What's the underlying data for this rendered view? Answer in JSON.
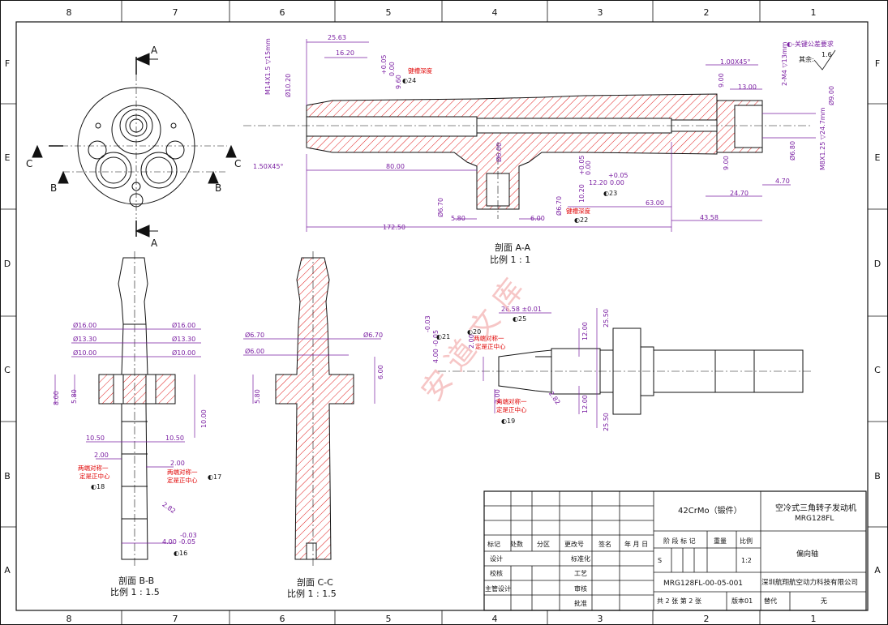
{
  "colors": {
    "dimension": "#7a1fa2",
    "hatch": "#e02020",
    "note": "#e00000",
    "line": "#111111",
    "watermark": "#f5b8b8"
  },
  "zones": {
    "top": [
      "8",
      "7",
      "6",
      "5",
      "4",
      "3",
      "2",
      "1"
    ],
    "side": [
      "F",
      "E",
      "D",
      "C",
      "B",
      "A"
    ]
  },
  "watermark": "安 道 文 库",
  "tolerance_note": "◐-关键公差要求",
  "roughness": {
    "label": "其余:",
    "value": "1.6"
  },
  "front_view": {
    "letters": {
      "a_top": "A",
      "a_bottom": "A",
      "b_left": "B",
      "b_right": "B",
      "c_left": "C",
      "c_right": "C"
    }
  },
  "section_aa": {
    "title": "剖面 A-A",
    "scale": "比例 1 : 1",
    "dims": {
      "d2563": "25.63",
      "d1620": "16.20",
      "thread": "M14X1.5 ▽15mm",
      "phi1020": "Ø10.20",
      "tol_plus": "+0.05",
      "tol_zero": "0.00",
      "d960": "9.60",
      "note24": "键槽深度",
      "mark24": "◐24",
      "chamfer_left": "1.50X45°",
      "d8000": "80.00",
      "d600": "Ø6.00",
      "d670a": "Ø6.70",
      "d580": "5.80",
      "d600b": "6.00",
      "d670b": "Ø6.70",
      "note22": "键槽深度",
      "mark22": "◐22",
      "d17250": "172.50",
      "d1020": "10.20",
      "tol2_plus": "+0.05",
      "tol2_zero": "0.00",
      "d1220": "12.20",
      "tol3_plus": "+0.05",
      "tol3_zero": "0.00",
      "mark23": "◐23",
      "d6300": "63.00",
      "d4358": "43.58",
      "chamfer_right": "1.00X45°",
      "d900a": "9.00",
      "d1300": "13.00",
      "m4": "2-M4 ▽13mm",
      "phi900": "Ø9.00",
      "d900b": "9.00",
      "phi680": "Ø6.80",
      "m8": "M8X1.25 ▽24.7mm",
      "d2470": "24.70",
      "d470": "4.70"
    }
  },
  "section_bb": {
    "title": "剖面 B-B",
    "scale": "比例 1 : 1.5",
    "dims": {
      "p16a": "Ø16.00",
      "p16b": "Ø16.00",
      "p133a": "Ø13.30",
      "p133b": "Ø13.30",
      "p10a": "Ø10.00",
      "p10b": "Ø10.00",
      "d800": "8.00",
      "d580": "5.80",
      "d1000": "10.00",
      "d1050a": "10.50",
      "d1050b": "10.50",
      "d200a": "2.00",
      "d200b": "2.00",
      "note_a1": "两端对称一",
      "note_a2": "定是正中心",
      "note_b1": "两端对称一",
      "note_b2": "定是正中心",
      "mark18": "◐18",
      "mark17": "◐17",
      "r282": "2.82",
      "tol_m": "-0.03",
      "tol_v": "4.00 -0.05",
      "mark16": "◐16"
    }
  },
  "section_cc": {
    "title": "剖面 C-C",
    "scale": "比例 1 : 1.5",
    "dims": {
      "p670a": "Ø6.70",
      "p670b": "Ø6.70",
      "p600a": "Ø6.00",
      "d600": "6.00",
      "d580": "5.80",
      "tol_m": "-0.03",
      "tol_v": "4.00 -0.05",
      "mark21": "◐21"
    }
  },
  "detail": {
    "dims": {
      "d2658": "26.58 ±0.01",
      "mark25": "◐25",
      "d2550a": "25.50",
      "d1200a": "12.00",
      "d2550b": "25.50",
      "d1200b": "12.00",
      "d200a": "2.00",
      "d200b": "2.00",
      "mark20": "◐20",
      "note_a1": "两端对称一",
      "note_a2": "定是正中心",
      "note_b1": "两端对称一",
      "note_b2": "定是正中心",
      "mark19": "◐19",
      "r282": "2.82"
    }
  },
  "title_block": {
    "material": "42CrMo（锻件）",
    "product": "空冷式三角转子发动机",
    "product_code": "MRG128FL",
    "part_name": "偏向轴",
    "drawing_no": "MRG128FL-00-05-001",
    "company": "深圳航翔航空动力科技有限公司",
    "scale_label": "比例",
    "scale": "1:2",
    "weight_label": "重量",
    "stage_label": "阶 段 标 记",
    "stage_mark": "S",
    "sheets": "共 2 张   第 2 张",
    "version": "版本01",
    "replace_label": "替代",
    "replace_value": "无",
    "rev_headers": [
      "标记",
      "处数",
      "分区",
      "更改号",
      "签名",
      "年 月 日"
    ],
    "design": "设计",
    "std": "标准化",
    "check": "校核",
    "process": "工艺",
    "lead": "主管设计",
    "review": "审核",
    "approve": "批准"
  }
}
